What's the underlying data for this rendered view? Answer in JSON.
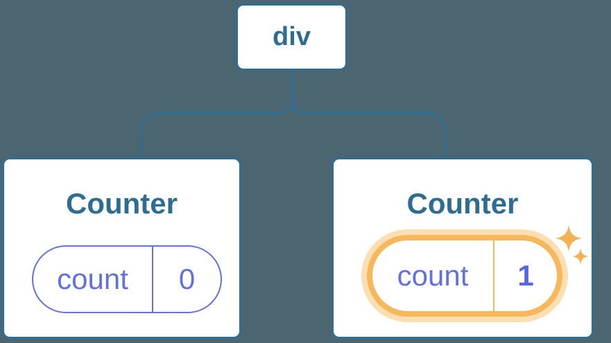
{
  "colors": {
    "bg": "#4C6671",
    "line": "#2E6E93",
    "node_text": "#2E6D92",
    "state_purple": "#6270E0",
    "state_value_purple": "#5765DE",
    "highlight_orange": "#F7B75B",
    "highlight_halo": "#FBDFB2",
    "sparkle": "#F5B14F"
  },
  "icons": {
    "sparkles-icon": "✦✦ state-updated sparkles"
  },
  "tree": {
    "root": {
      "label": "div"
    },
    "children": [
      {
        "title": "Counter",
        "state": {
          "key": "count",
          "value": "0"
        },
        "highlighted": false
      },
      {
        "title": "Counter",
        "state": {
          "key": "count",
          "value": "1"
        },
        "highlighted": true
      }
    ]
  }
}
